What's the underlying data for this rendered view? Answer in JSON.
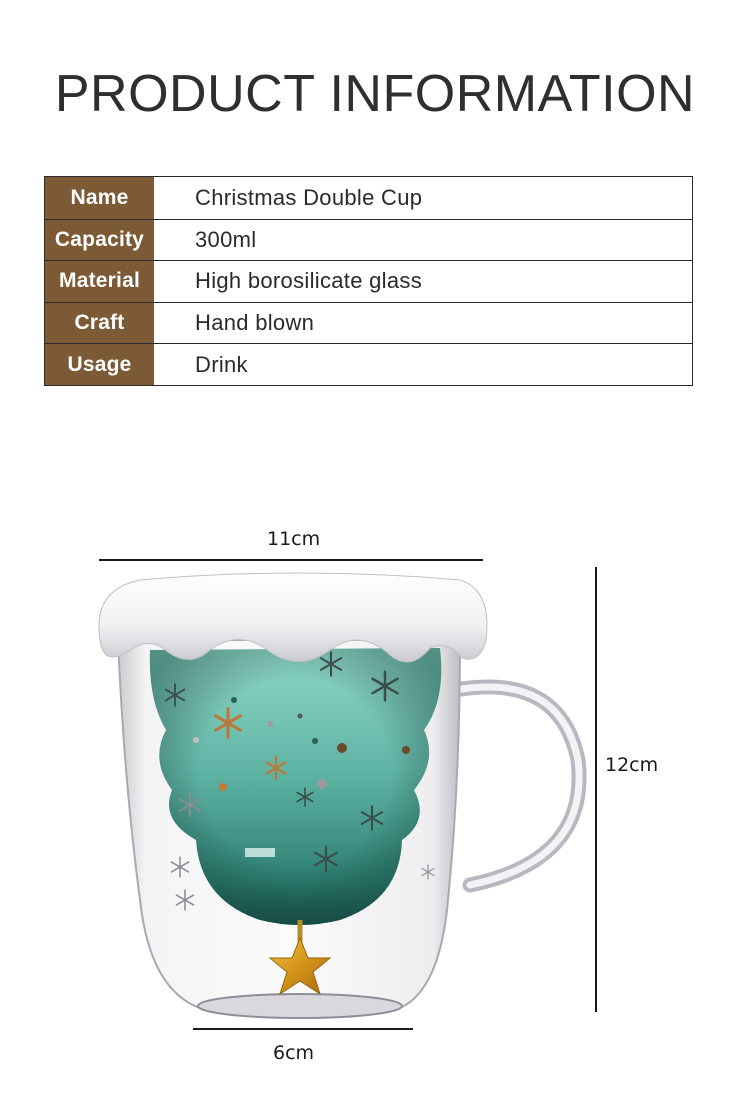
{
  "header": {
    "title": "PRODUCT INFORMATION"
  },
  "specs": {
    "rows": [
      {
        "label": "Name",
        "value": "Christmas Double Cup"
      },
      {
        "label": "Capacity",
        "value": "300ml"
      },
      {
        "label": "Material",
        "value": "High borosilicate glass"
      },
      {
        "label": "Craft",
        "value": "Hand blown"
      },
      {
        "label": "Usage",
        "value": "Drink"
      }
    ]
  },
  "dimensions": {
    "width_top": "11cm",
    "height": "12cm",
    "width_bottom": "6cm"
  },
  "colors": {
    "label_bg": "#7d5a36",
    "label_text": "#ffffff",
    "border": "#2b2b2b",
    "title_text": "#2f2f2f",
    "tree_glass": "#4fa597",
    "snow_lid": "#f2f2f4",
    "star": "#d9a021"
  },
  "product_image": {
    "subject": "Christmas tree double-wall glass mug with snow lid and gold star"
  }
}
